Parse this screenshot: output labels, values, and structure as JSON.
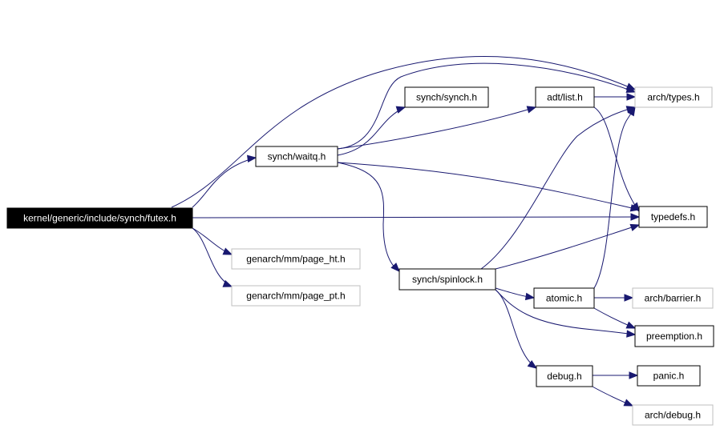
{
  "colors": {
    "edge": "#191970",
    "root_fill": "#000000",
    "dim_border": "#bfbfbf"
  },
  "nodes": [
    {
      "id": "futex",
      "label": "kernel/generic/include/synch/futex.h",
      "style": "root"
    },
    {
      "id": "waitq",
      "label": "synch/waitq.h",
      "style": "normal"
    },
    {
      "id": "synch",
      "label": "synch/synch.h",
      "style": "normal"
    },
    {
      "id": "list",
      "label": "adt/list.h",
      "style": "normal"
    },
    {
      "id": "types",
      "label": "arch/types.h",
      "style": "dim"
    },
    {
      "id": "typedefs",
      "label": "typedefs.h",
      "style": "normal"
    },
    {
      "id": "page_ht",
      "label": "genarch/mm/page_ht.h",
      "style": "dim"
    },
    {
      "id": "page_pt",
      "label": "genarch/mm/page_pt.h",
      "style": "dim"
    },
    {
      "id": "spinlock",
      "label": "synch/spinlock.h",
      "style": "normal"
    },
    {
      "id": "atomic",
      "label": "atomic.h",
      "style": "normal"
    },
    {
      "id": "barrier",
      "label": "arch/barrier.h",
      "style": "dim"
    },
    {
      "id": "preemption",
      "label": "preemption.h",
      "style": "normal"
    },
    {
      "id": "debug",
      "label": "debug.h",
      "style": "normal"
    },
    {
      "id": "panic",
      "label": "panic.h",
      "style": "normal"
    },
    {
      "id": "archdebug",
      "label": "arch/debug.h",
      "style": "dim"
    }
  ],
  "edges": [
    {
      "from": "futex",
      "to": "types"
    },
    {
      "from": "futex",
      "to": "waitq"
    },
    {
      "from": "futex",
      "to": "typedefs"
    },
    {
      "from": "futex",
      "to": "page_ht"
    },
    {
      "from": "futex",
      "to": "page_pt"
    },
    {
      "from": "waitq",
      "to": "synch"
    },
    {
      "from": "waitq",
      "to": "list"
    },
    {
      "from": "waitq",
      "to": "types"
    },
    {
      "from": "waitq",
      "to": "typedefs"
    },
    {
      "from": "waitq",
      "to": "spinlock"
    },
    {
      "from": "list",
      "to": "types"
    },
    {
      "from": "list",
      "to": "typedefs"
    },
    {
      "from": "spinlock",
      "to": "types"
    },
    {
      "from": "spinlock",
      "to": "typedefs"
    },
    {
      "from": "spinlock",
      "to": "atomic"
    },
    {
      "from": "spinlock",
      "to": "preemption"
    },
    {
      "from": "spinlock",
      "to": "debug"
    },
    {
      "from": "atomic",
      "to": "types"
    },
    {
      "from": "atomic",
      "to": "barrier"
    },
    {
      "from": "atomic",
      "to": "preemption"
    },
    {
      "from": "debug",
      "to": "panic"
    },
    {
      "from": "debug",
      "to": "archdebug"
    }
  ]
}
